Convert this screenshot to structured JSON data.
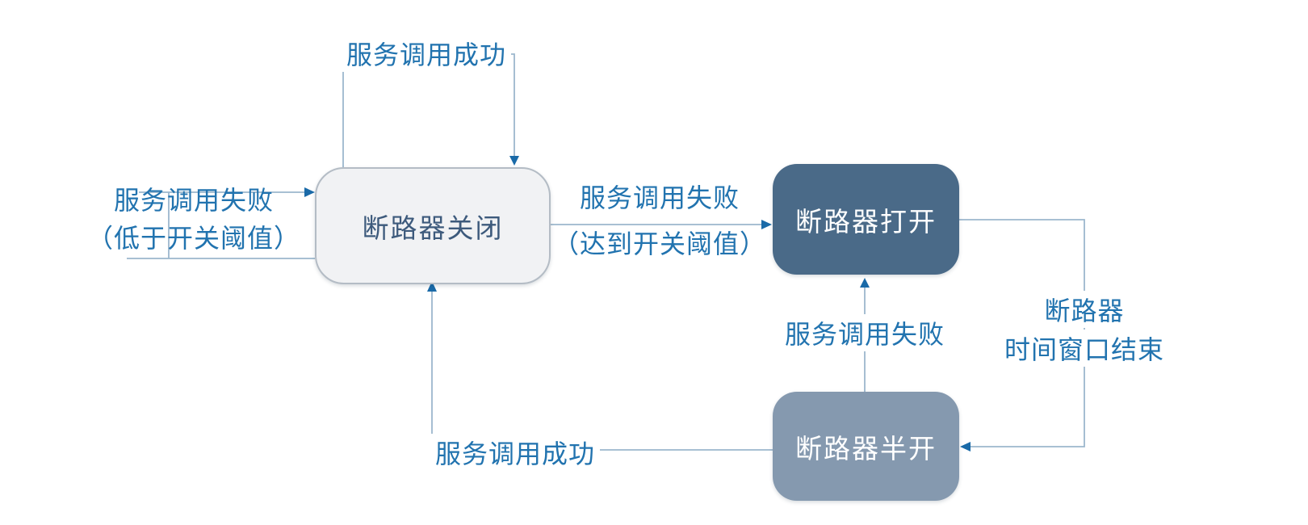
{
  "nodes": {
    "closed": {
      "label": "断路器关闭"
    },
    "open": {
      "label": "断路器打开"
    },
    "half_open": {
      "label": "断路器半开"
    }
  },
  "edges": {
    "success_loop": {
      "label": "服务调用成功"
    },
    "fail_below": {
      "line1": "服务调用失败",
      "line2": "（低于开关阈值）"
    },
    "fail_reach": {
      "line1": "服务调用失败",
      "line2": "（达到开关阈值）"
    },
    "half_fail": {
      "label": "服务调用失败"
    },
    "window_end": {
      "line1": "断路器",
      "line2": "时间窗口结束"
    },
    "half_success": {
      "label": "服务调用成功"
    }
  },
  "colors": {
    "closed_fill": "#f1f2f4",
    "closed_border": "#b4bcc5",
    "closed_text": "#3d5a7c",
    "open_fill": "#4a6a88",
    "half_fill": "#8599af",
    "node_text": "#ffffff",
    "label_text": "#2173af",
    "line": "#9cb7cd",
    "arrow": "#1a6aa8"
  }
}
